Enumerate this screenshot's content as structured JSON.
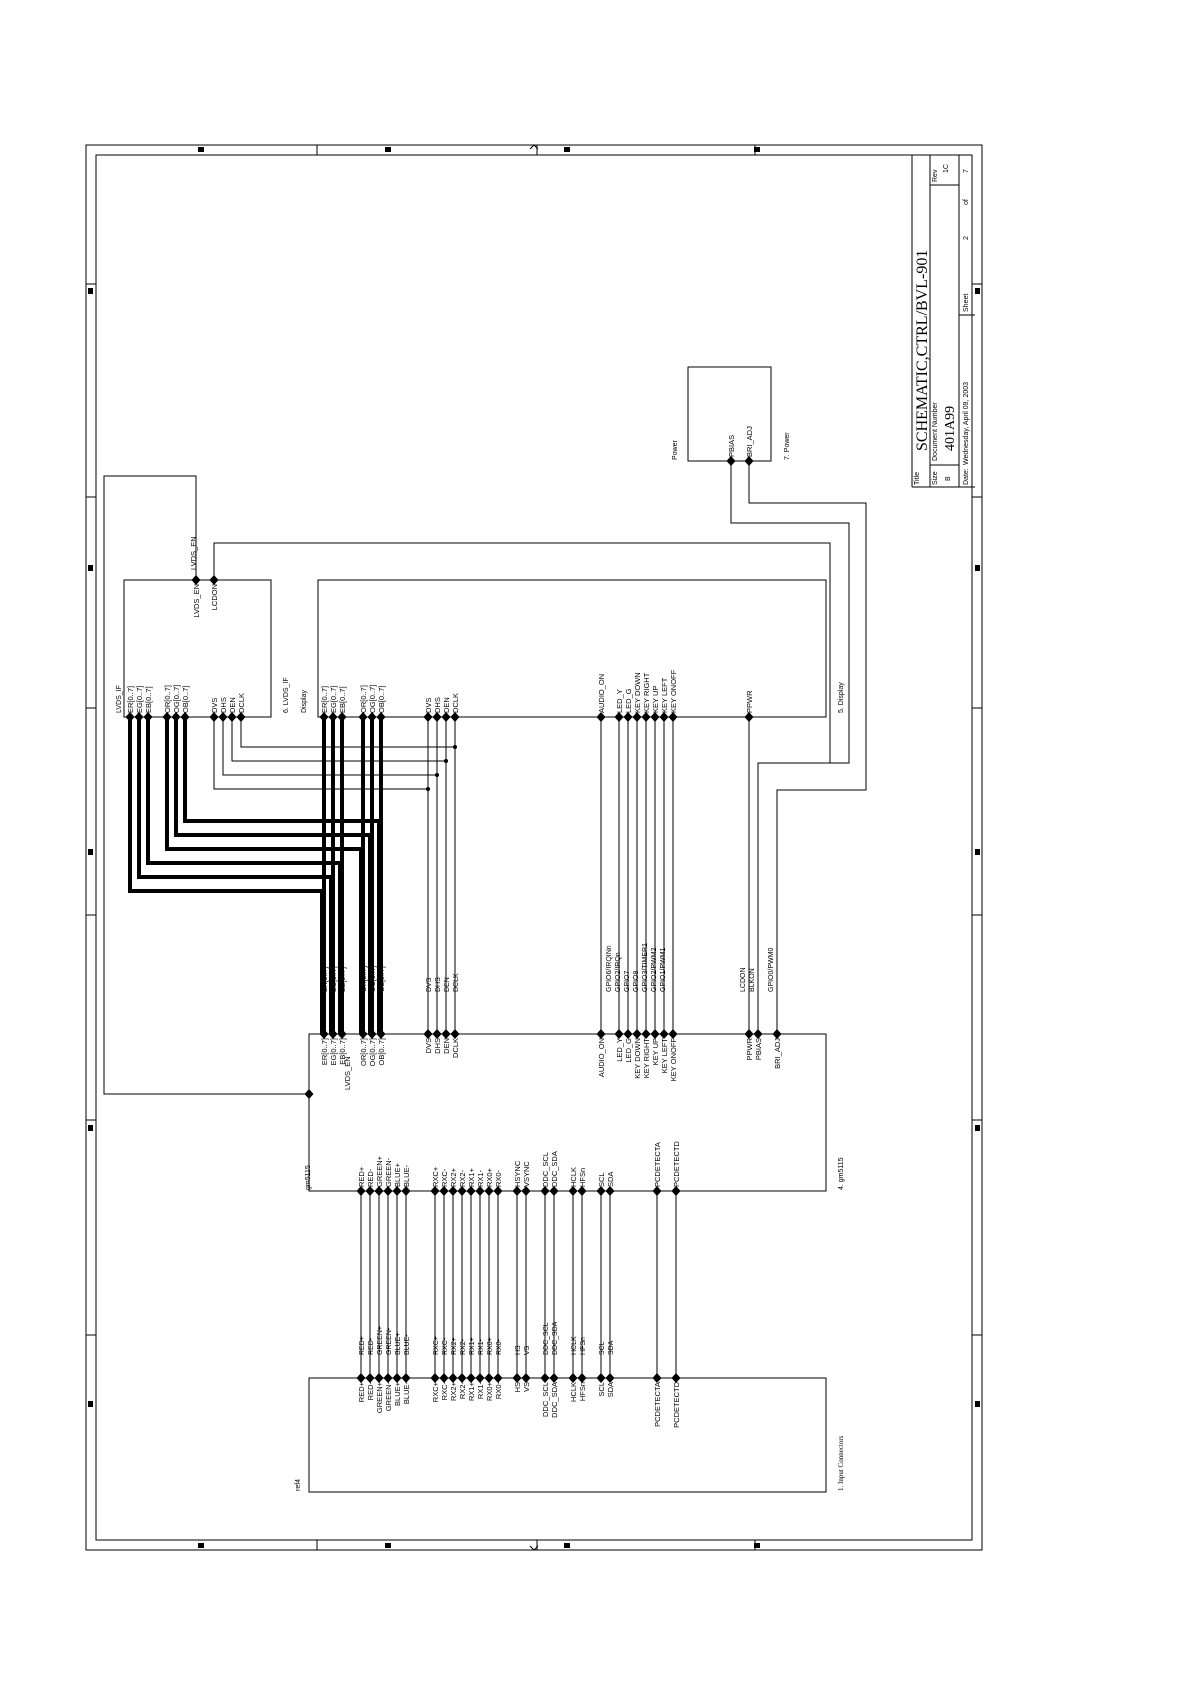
{
  "title_block": {
    "title_label": "Title",
    "title": "SCHEMATIC,CTRL/BVL-901",
    "size_label": "Size",
    "size": "B",
    "doc_number_label": "Document Number",
    "doc_number": "401A99",
    "rev_label": "Rev",
    "rev": "1C",
    "date_label": "Date:",
    "date": "Wednesday, April 09, 2003",
    "sheet_label": "Sheet",
    "sheet": "2",
    "of_label": "of",
    "total": "7"
  },
  "blocks": {
    "lvds_if": {
      "ref": "6. LVDS_IF",
      "type": "Display",
      "top_label": "LVDS_IF",
      "bus_pins": [
        "ER[0..7]",
        "EG[0..7]",
        "EB[0..7]",
        "OR[0..7]",
        "OG[0..7]",
        "OB[0..7]"
      ],
      "sync_pins": [
        "DVS",
        "DHS",
        "DEN",
        "DCLK"
      ],
      "top_pins": [
        "LVDS_EN",
        "LCDON"
      ],
      "net_label": "LVDS_EN"
    },
    "display": {
      "ref": "5. Display",
      "type": "Display",
      "bus_pins": [
        "ER[0..7]",
        "EG[0..7]",
        "EB[0..7]",
        "OR[0..7]",
        "OG[0..7]",
        "OB[0..7]"
      ],
      "sync_pins": [
        "DVS",
        "DHS",
        "DEN",
        "DCLK"
      ],
      "audio_pin": "AUDIO_ON",
      "key_pins": [
        "LED_Y",
        "LED_G",
        "KEY DOWN",
        "KEY RIGHT",
        "KEY UP",
        "KEY LEFT",
        "KEY ONOFF"
      ],
      "ppwr_pin": "PPWR"
    },
    "power": {
      "ref": "7. Power",
      "type": "Power",
      "pins": [
        "PBIAS",
        "BRI_ADJ"
      ]
    },
    "gm5115": {
      "ref": "4. gm5115",
      "type": "gm5115",
      "lvds_en": "LVDS_EN",
      "bus_pins": [
        "ER[0..7]",
        "EG[0..7]",
        "EB[0..7]",
        "OR[0..7]",
        "OG[0..7]",
        "OB[0..7]"
      ],
      "sync_pins": [
        "DVS",
        "DHS",
        "DEN",
        "DCLK"
      ],
      "audio_pin": "AUDIO_ON",
      "key_pins": [
        "LED_Y",
        "LED_G",
        "KEY DOWN",
        "KEY RIGHT",
        "KEY UP",
        "KEY LEFT",
        "KEY ONOFF"
      ],
      "power_pins": [
        "PPWR",
        "PBIAS",
        "BRI_ADJ"
      ],
      "rgb_pins": [
        "RED+",
        "RED-",
        "GREEN+",
        "GREEN-",
        "BLUE+",
        "BLUE-"
      ],
      "rx_pins": [
        "RXC+",
        "RXC-",
        "RX2+",
        "RX2-",
        "RX1+",
        "RX1-",
        "RX0+",
        "RX0-"
      ],
      "sync_in_pins": [
        "HSYNC",
        "VSYNC"
      ],
      "ddc_pins": [
        "DDC_SCL",
        "DDC_SDA"
      ],
      "hclk_pins": [
        "HCLK",
        "HFSn"
      ],
      "i2c_pins": [
        "SCL",
        "SDA"
      ],
      "detect_pins": [
        "PCDETECTA",
        "PCDETECTD"
      ]
    },
    "input": {
      "ref": "1. Input Connectors",
      "type": "ref4",
      "rgb_pins": [
        "RED+",
        "RED-",
        "GREEN+",
        "GREEN-",
        "BLUE+",
        "BLUE-"
      ],
      "rx_pins": [
        "RXC+",
        "RXC-",
        "RX2+",
        "RX2-",
        "RX1+",
        "RX1-",
        "RX0+",
        "RX0-"
      ],
      "sync_pins": [
        "HS",
        "VS"
      ],
      "ddc_pins": [
        "DDC_SCL",
        "DDC_SDA"
      ],
      "hclk_pins": [
        "HCLK",
        "HFSn"
      ],
      "i2c_pins": [
        "SCL",
        "SDA"
      ],
      "detect_pins": [
        "PCDETECTA",
        "PCDETECTD"
      ]
    }
  },
  "nets": {
    "bus": [
      "ER[0..7]",
      "EG[0..7]",
      "EB[0..7]",
      "OR[0..7]",
      "OG[0..7]",
      "OB[0..7]"
    ],
    "sync": [
      "DVS",
      "DHS",
      "DEN",
      "DCLK"
    ],
    "gpio": [
      "GPIO6/IRQINn",
      "GPIO2/IRQn",
      "GPIO7",
      "GPIO8",
      "GPIO3/TIMER1",
      "GPIO2/PWM2",
      "GPIO1/PWM1"
    ],
    "power": [
      "LCDON",
      "BLKON",
      "GPIO0/PWM0"
    ],
    "input_rgb": [
      "RED+",
      "RED-",
      "GREEN+",
      "GREEN-",
      "BLUE+",
      "BLUE-"
    ],
    "input_rx": [
      "RXC+",
      "RXC-",
      "RX2+",
      "RX2-",
      "RX1+",
      "RX1-",
      "RX0+",
      "RX0-"
    ],
    "input_sync": [
      "HS",
      "VS"
    ],
    "input_ddc": [
      "DDC_SCL",
      "DDC_SDA"
    ],
    "input_hclk": [
      "HCLK",
      "HFSn"
    ],
    "input_i2c": [
      "SCL",
      "SDA"
    ]
  }
}
